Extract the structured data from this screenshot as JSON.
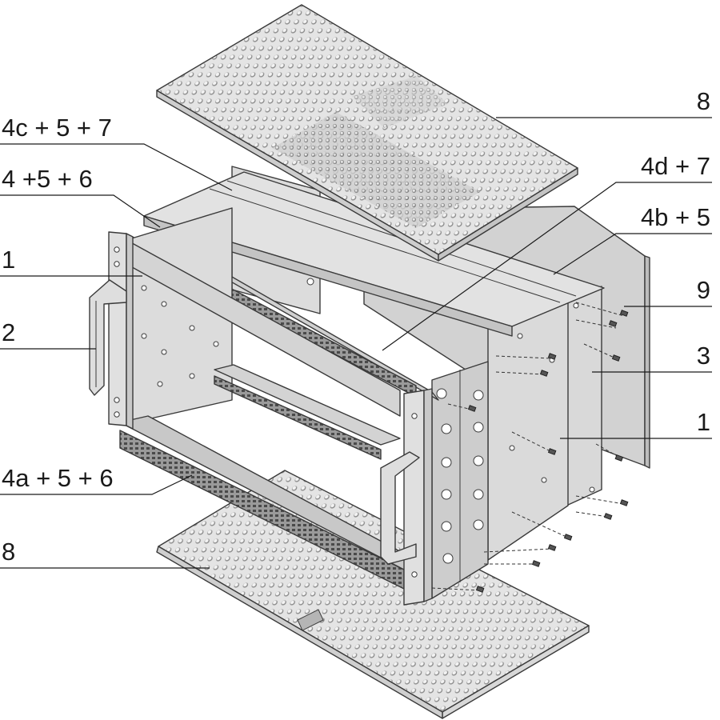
{
  "labels": {
    "top_cover": "8",
    "top_rail_rear": "4c + 5 + 7",
    "top_rail_front": "4 +5 + 6",
    "side_panel_left": "1",
    "handle": "2",
    "bottom_rail_front": "4a + 5 + 6",
    "bottom_cover": "8",
    "rear_rail_top": "4d + 7",
    "rear_rail": "4b + 5",
    "rear_panel": "9",
    "side_panel_rear": "3",
    "side_panel_right": "1"
  },
  "colors": {
    "panel_face": "#d6d6d6",
    "panel_light": "#e9e9e9",
    "panel_dark": "#b8b8b8",
    "outline": "#3a3a3a",
    "text": "#1a1a1a"
  }
}
